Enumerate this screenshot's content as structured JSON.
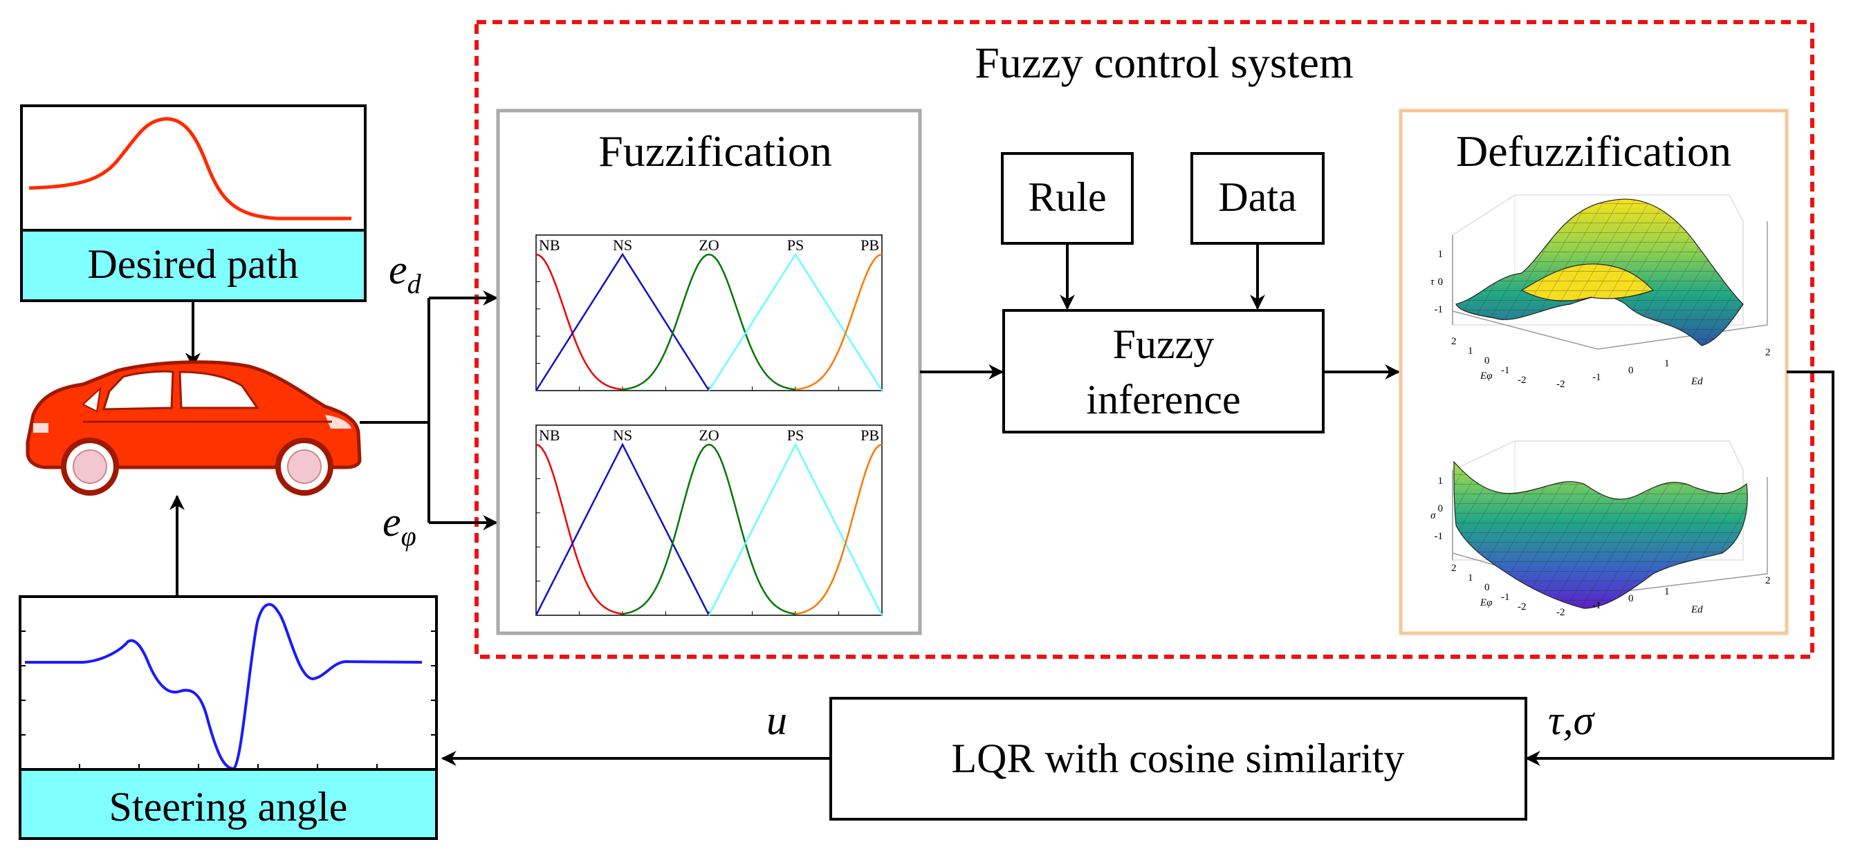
{
  "system": {
    "title": "Fuzzy control system",
    "border_color": "#ee1111"
  },
  "desired_path": {
    "label": "Desired path",
    "label_bg": "#80ffff",
    "curve_color": "#ff2a00"
  },
  "steering_angle": {
    "label": "Steering angle",
    "label_bg": "#80ffff",
    "curve_color": "#1a1aff"
  },
  "car": {
    "body_color": "#ff3300",
    "outline_color": "#a01800",
    "icon": "car-icon"
  },
  "signals": {
    "e_d": {
      "base": "e",
      "sub": "d"
    },
    "e_phi": {
      "base": "e",
      "sub": "φ"
    },
    "u": "u",
    "tau_sigma": "τ,σ"
  },
  "fuzzification": {
    "title": "Fuzzification",
    "border_color": "#aaaaaa",
    "membership_labels": [
      "NB",
      "NS",
      "ZO",
      "PS",
      "PB"
    ],
    "membership_colors": [
      "#ee0000",
      "#1010cc",
      "#007700",
      "#66ffff",
      "#ff7700"
    ]
  },
  "rule": {
    "label": "Rule"
  },
  "data_box": {
    "label": "Data"
  },
  "inference": {
    "line1": "Fuzzy",
    "line2": "inference"
  },
  "defuzzification": {
    "title": "Defuzzification",
    "border_color": "#f5c89a",
    "tau_axis": "τ",
    "sigma_axis": "σ",
    "axis_e_phi": "Eφ",
    "axis_e_d": "Ed",
    "tick_values": [
      "2",
      "1",
      "0",
      "-1",
      "-2"
    ],
    "z_ticks": [
      "1",
      "0",
      "-1"
    ]
  },
  "lqr": {
    "label": "LQR with cosine similarity"
  }
}
